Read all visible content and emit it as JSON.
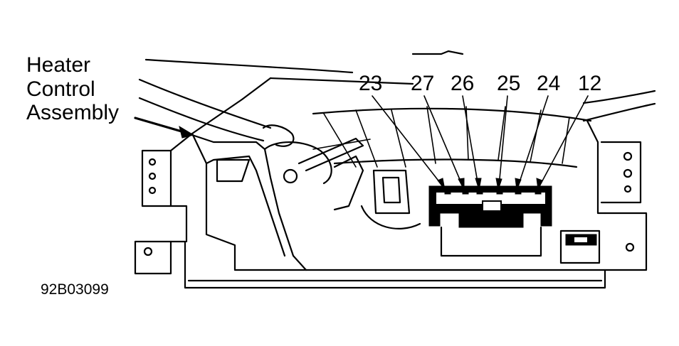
{
  "title_label": {
    "lines": [
      "Heater",
      "Control",
      "Assembly"
    ]
  },
  "pin_labels": [
    "23",
    "27",
    "26",
    "25",
    "24",
    "12"
  ],
  "figure_code": "92B03099",
  "colors": {
    "line": "#000000",
    "background": "#ffffff"
  }
}
